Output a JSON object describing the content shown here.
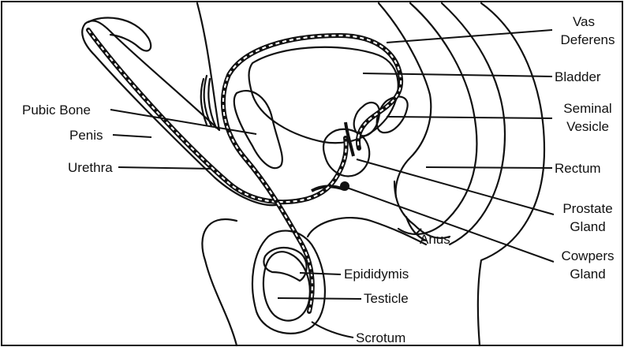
{
  "labels": {
    "vas_deferens_1": "Vas",
    "vas_deferens_2": "Deferens",
    "bladder": "Bladder",
    "seminal_vesicle_1": "Seminal",
    "seminal_vesicle_2": "Vesicle",
    "rectum": "Rectum",
    "prostate_gland_1": "Prostate",
    "prostate_gland_2": "Gland",
    "cowpers_gland_1": "Cowpers",
    "cowpers_gland_2": "Gland",
    "pubic_bone": "Pubic Bone",
    "penis": "Penis",
    "urethra": "Urethra",
    "anus": "Anus",
    "epididymis": "Epididymis",
    "testicle": "Testicle",
    "scrotum": "Scrotum"
  },
  "colors": {
    "line": "#111111",
    "background": "#ffffff"
  }
}
